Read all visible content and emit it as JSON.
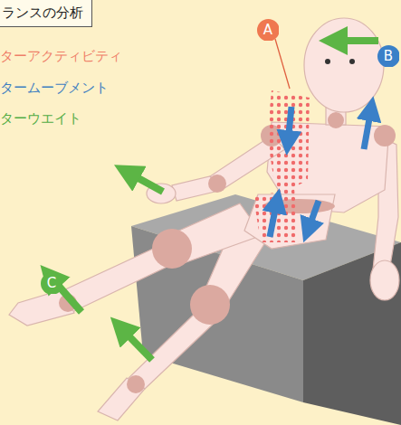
{
  "diagram": {
    "title": "ランスの分析",
    "nodes": [
      {
        "text": [
          "A"
        ]
      },
      {
        "text": [
          "B"
        ]
      },
      {
        "text": [
          "C"
        ]
      }
    ],
    "labels": [
      "ターアクティビティ",
      "タームーブメント",
      "ターウエイト"
    ]
  }
}
